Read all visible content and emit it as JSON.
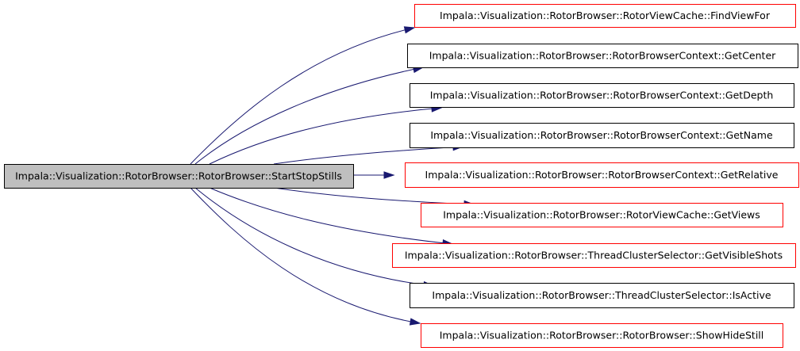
{
  "graph": {
    "root": {
      "label": "Impala::Visualization::RotorBrowser::RotorBrowser::StartStopStills",
      "fill": "#bfbfbf",
      "border": "#000000"
    },
    "callees": [
      {
        "label": "Impala::Visualization::RotorBrowser::RotorViewCache::FindViewFor",
        "border": "#ff0000"
      },
      {
        "label": "Impala::Visualization::RotorBrowser::RotorBrowserContext::GetCenter",
        "border": "#000000"
      },
      {
        "label": "Impala::Visualization::RotorBrowser::RotorBrowserContext::GetDepth",
        "border": "#000000"
      },
      {
        "label": "Impala::Visualization::RotorBrowser::RotorBrowserContext::GetName",
        "border": "#000000"
      },
      {
        "label": "Impala::Visualization::RotorBrowser::RotorBrowserContext::GetRelative",
        "border": "#ff0000"
      },
      {
        "label": "Impala::Visualization::RotorBrowser::RotorViewCache::GetViews",
        "border": "#ff0000"
      },
      {
        "label": "Impala::Visualization::RotorBrowser::ThreadClusterSelector::GetVisibleShots",
        "border": "#ff0000"
      },
      {
        "label": "Impala::Visualization::RotorBrowser::ThreadClusterSelector::IsActive",
        "border": "#000000"
      },
      {
        "label": "Impala::Visualization::RotorBrowser::RotorBrowser::ShowHideStill",
        "border": "#ff0000"
      }
    ],
    "edge_color": "#191970"
  }
}
